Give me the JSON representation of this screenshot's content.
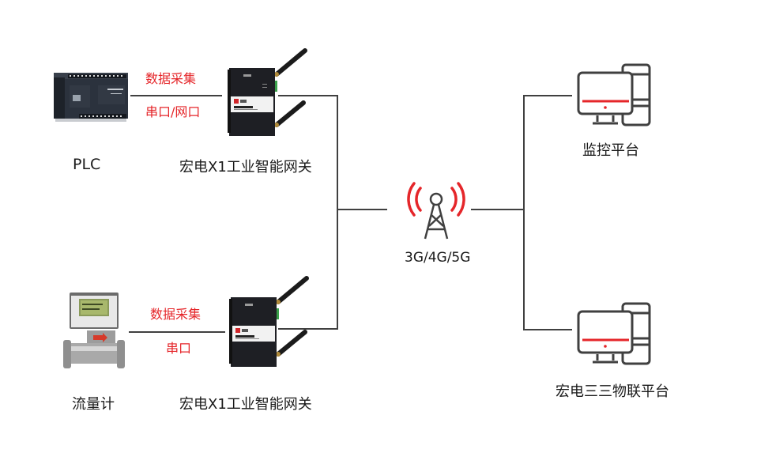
{
  "devices": {
    "plc": {
      "label": "PLC",
      "icon": "plc-icon"
    },
    "flowmeter": {
      "label": "流量计",
      "icon": "flowmeter-icon"
    },
    "gateway_top": {
      "label": "宏电X1工业智能网关",
      "icon": "gateway-icon"
    },
    "gateway_bottom": {
      "label": "宏电X1工业智能网关",
      "icon": "gateway-icon"
    }
  },
  "links": {
    "top": {
      "above": "数据采集",
      "below": "串口/网口"
    },
    "bottom": {
      "above": "数据采集",
      "below": "串口"
    }
  },
  "network": {
    "label": "3G/4G/5G",
    "icon": "cell-tower-icon"
  },
  "platforms": [
    {
      "label": "监控平台",
      "icon": "computer-icon"
    },
    {
      "label": "宏电三三物联平台",
      "icon": "computer-icon"
    }
  ],
  "colors": {
    "accent": "#e5262a",
    "line": "#404040",
    "text": "#1a1a1a"
  }
}
